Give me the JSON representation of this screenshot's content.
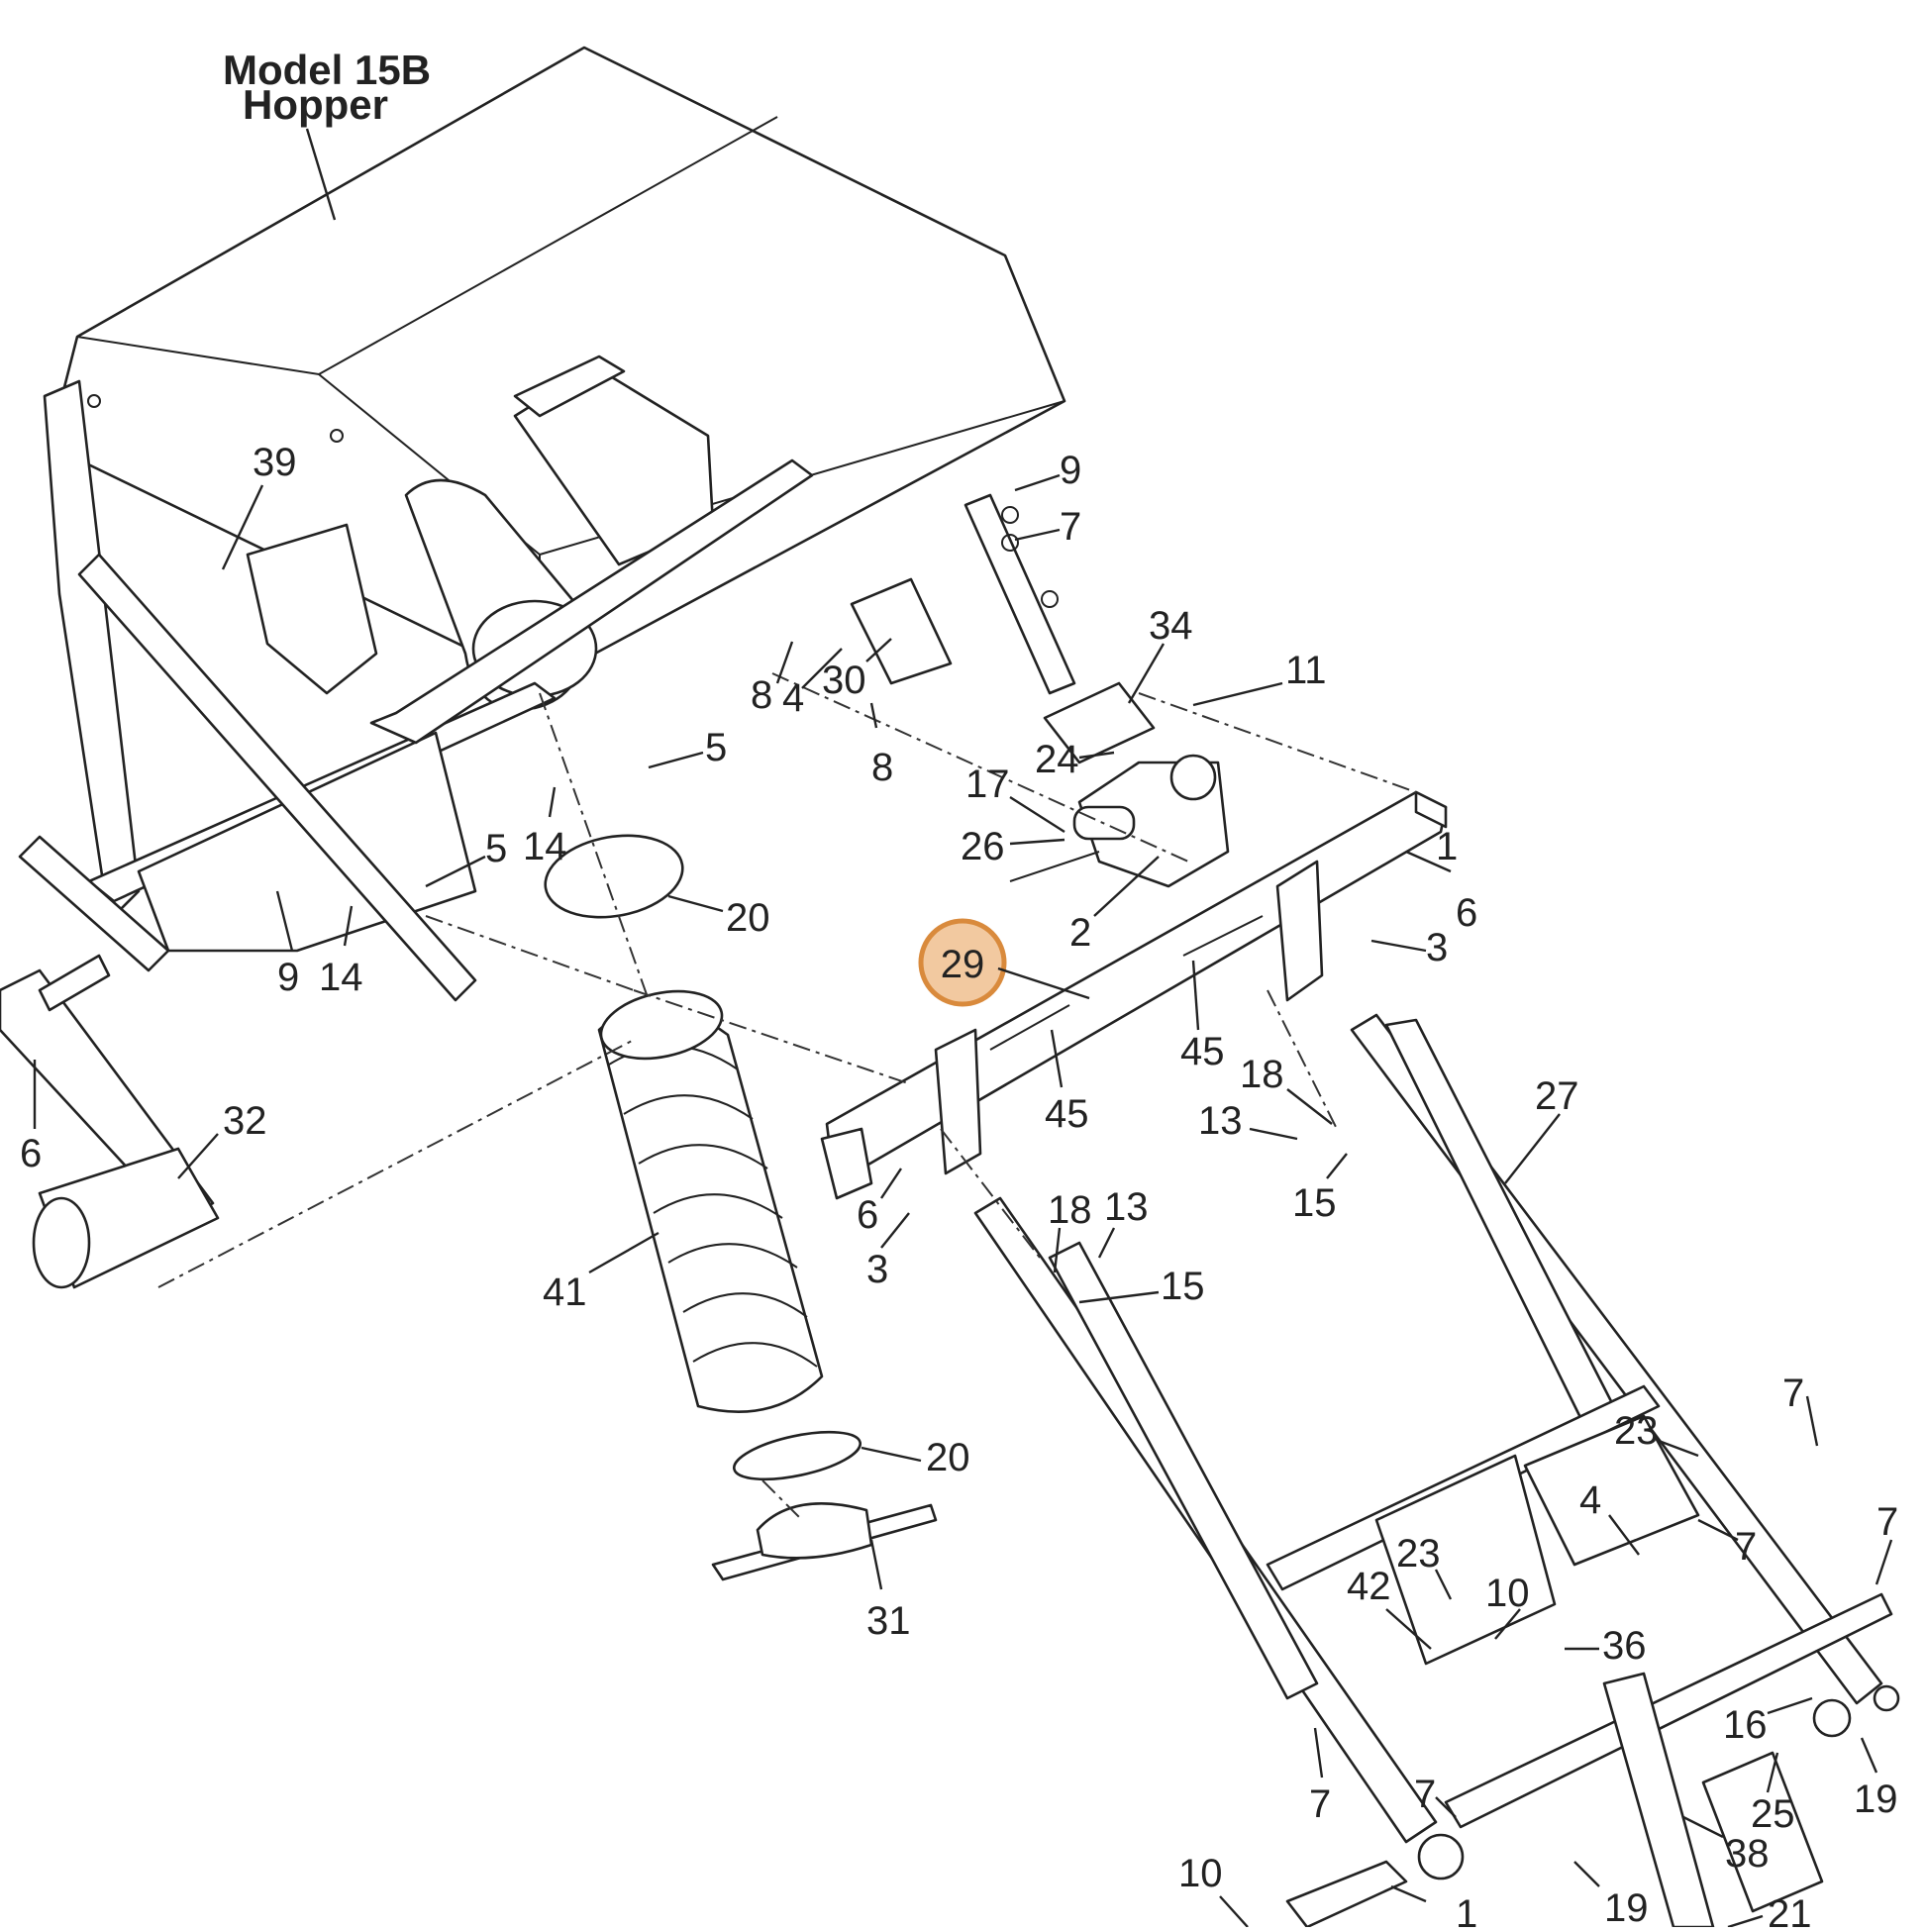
{
  "title": {
    "line1": "Model 15B",
    "line2": "Hopper"
  },
  "highlight": {
    "label": "29",
    "fill": "#f2c9a0",
    "stroke": "#d98a3c"
  },
  "callouts": [
    "39",
    "9",
    "7",
    "34",
    "11",
    "8",
    "4",
    "30",
    "8",
    "5",
    "24",
    "17",
    "26",
    "14",
    "5",
    "20",
    "2",
    "1",
    "6",
    "3",
    "9",
    "14",
    "45",
    "45",
    "18",
    "13",
    "15",
    "27",
    "32",
    "6",
    "41",
    "6",
    "3",
    "18",
    "13",
    "15",
    "20",
    "31",
    "7",
    "23",
    "4",
    "7",
    "7",
    "23",
    "42",
    "10",
    "36",
    "16",
    "25",
    "19",
    "7",
    "7",
    "38",
    "19",
    "10",
    "1",
    "21"
  ]
}
